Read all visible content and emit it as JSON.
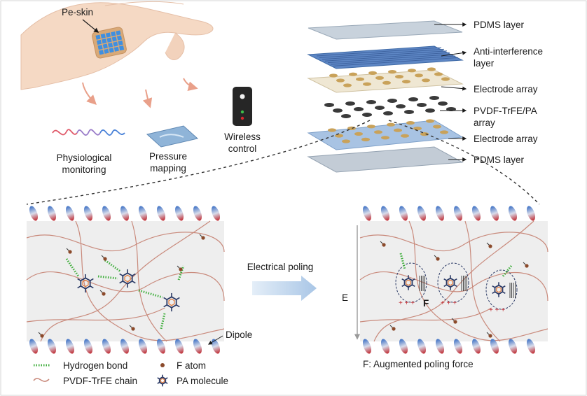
{
  "top_left": {
    "pe_skin_label": "Pe-skin",
    "applications": [
      {
        "line1": "Physiological",
        "line2": "monitoring"
      },
      {
        "line1": "Pressure",
        "line2": "mapping"
      },
      {
        "line1": "Wireless",
        "line2": "control"
      }
    ]
  },
  "layers": [
    {
      "line1": "PDMS layer",
      "line2": ""
    },
    {
      "line1": "Anti-interference",
      "line2": "layer"
    },
    {
      "line1": "Electrode array",
      "line2": ""
    },
    {
      "line1": "PVDF-TrFE/PA",
      "line2": "array"
    },
    {
      "line1": "Electrode array",
      "line2": ""
    },
    {
      "line1": "PDMS layer",
      "line2": ""
    }
  ],
  "bottom": {
    "process_label": "Electrical poling",
    "field_label": "E",
    "force_symbol": "F",
    "dipole_label": "Dipole",
    "force_caption": "F: Augmented poling force"
  },
  "legend": {
    "hydrogen_bond": "Hydrogen bond",
    "f_atom": "F atom",
    "chain": "PVDF-TrFE chain",
    "pa_molecule": "PA molecule"
  },
  "colors": {
    "dipole_red": "#c0292f",
    "dipole_blue": "#3b6fc4",
    "chain": "#c98a7c",
    "hbond": "#3fae3c",
    "pa": "#2b3a66",
    "pa_inner": "#e0793a",
    "skin": "#f5d9c4",
    "patch": "#d9a977",
    "grid": "#3f8fe0",
    "electrode": "#c9a25a",
    "poling_arrow": "#c5d9ee"
  }
}
